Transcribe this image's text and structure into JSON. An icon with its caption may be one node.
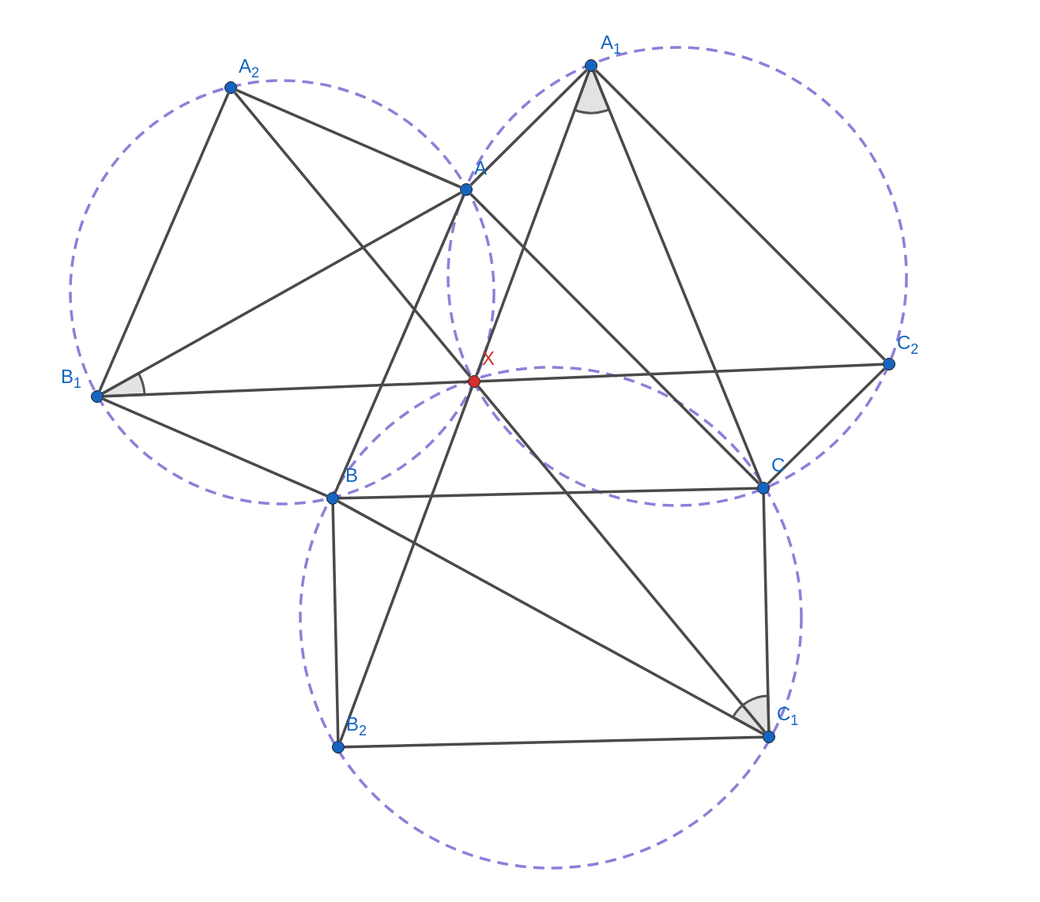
{
  "diagram": {
    "nodes": [
      {
        "text": [
          "A$_{1}$"
        ]
      },
      {
        "text": [
          "A$_{2}$"
        ]
      },
      {
        "text": [
          "A"
        ]
      },
      {
        "text": [
          "C$_{2}$"
        ]
      },
      {
        "text": [
          "X"
        ]
      },
      {
        "text": [
          "B$_{1}$"
        ]
      },
      {
        "text": [
          "C"
        ]
      },
      {
        "text": [
          "B"
        ]
      },
      {
        "text": [
          "C$_{1}$"
        ]
      },
      {
        "text": [
          "B$_{2}$"
        ]
      }
    ],
    "edges": [
      {
        "from": 1,
        "to": 5,
        "arrow": "none"
      },
      {
        "from": 1,
        "to": 2,
        "arrow": "none"
      },
      {
        "from": 1,
        "to": 4,
        "arrow": "none"
      },
      {
        "from": 4,
        "to": 8,
        "arrow": "none"
      },
      {
        "from": 0,
        "to": 2,
        "arrow": "none"
      },
      {
        "from": 0,
        "to": 4,
        "arrow": "none"
      },
      {
        "from": 4,
        "to": 9,
        "arrow": "none"
      },
      {
        "from": 0,
        "to": 6,
        "arrow": "none"
      },
      {
        "from": 0,
        "to": 3,
        "arrow": "none"
      },
      {
        "from": 2,
        "to": 5,
        "arrow": "none"
      },
      {
        "from": 2,
        "to": 7,
        "arrow": "none"
      },
      {
        "from": 2,
        "to": 6,
        "arrow": "none"
      },
      {
        "from": 5,
        "to": 4,
        "arrow": "none"
      },
      {
        "from": 4,
        "to": 3,
        "arrow": "none"
      },
      {
        "from": 5,
        "to": 7,
        "arrow": "none"
      },
      {
        "from": 7,
        "to": 6,
        "arrow": "none"
      },
      {
        "from": 7,
        "to": 8,
        "arrow": "none"
      },
      {
        "from": 7,
        "to": 9,
        "arrow": "none"
      },
      {
        "from": 6,
        "to": 3,
        "arrow": "none"
      },
      {
        "from": 6,
        "to": 8,
        "arrow": "none"
      },
      {
        "from": 9,
        "to": 8,
        "arrow": "none"
      }
    ]
  }
}
